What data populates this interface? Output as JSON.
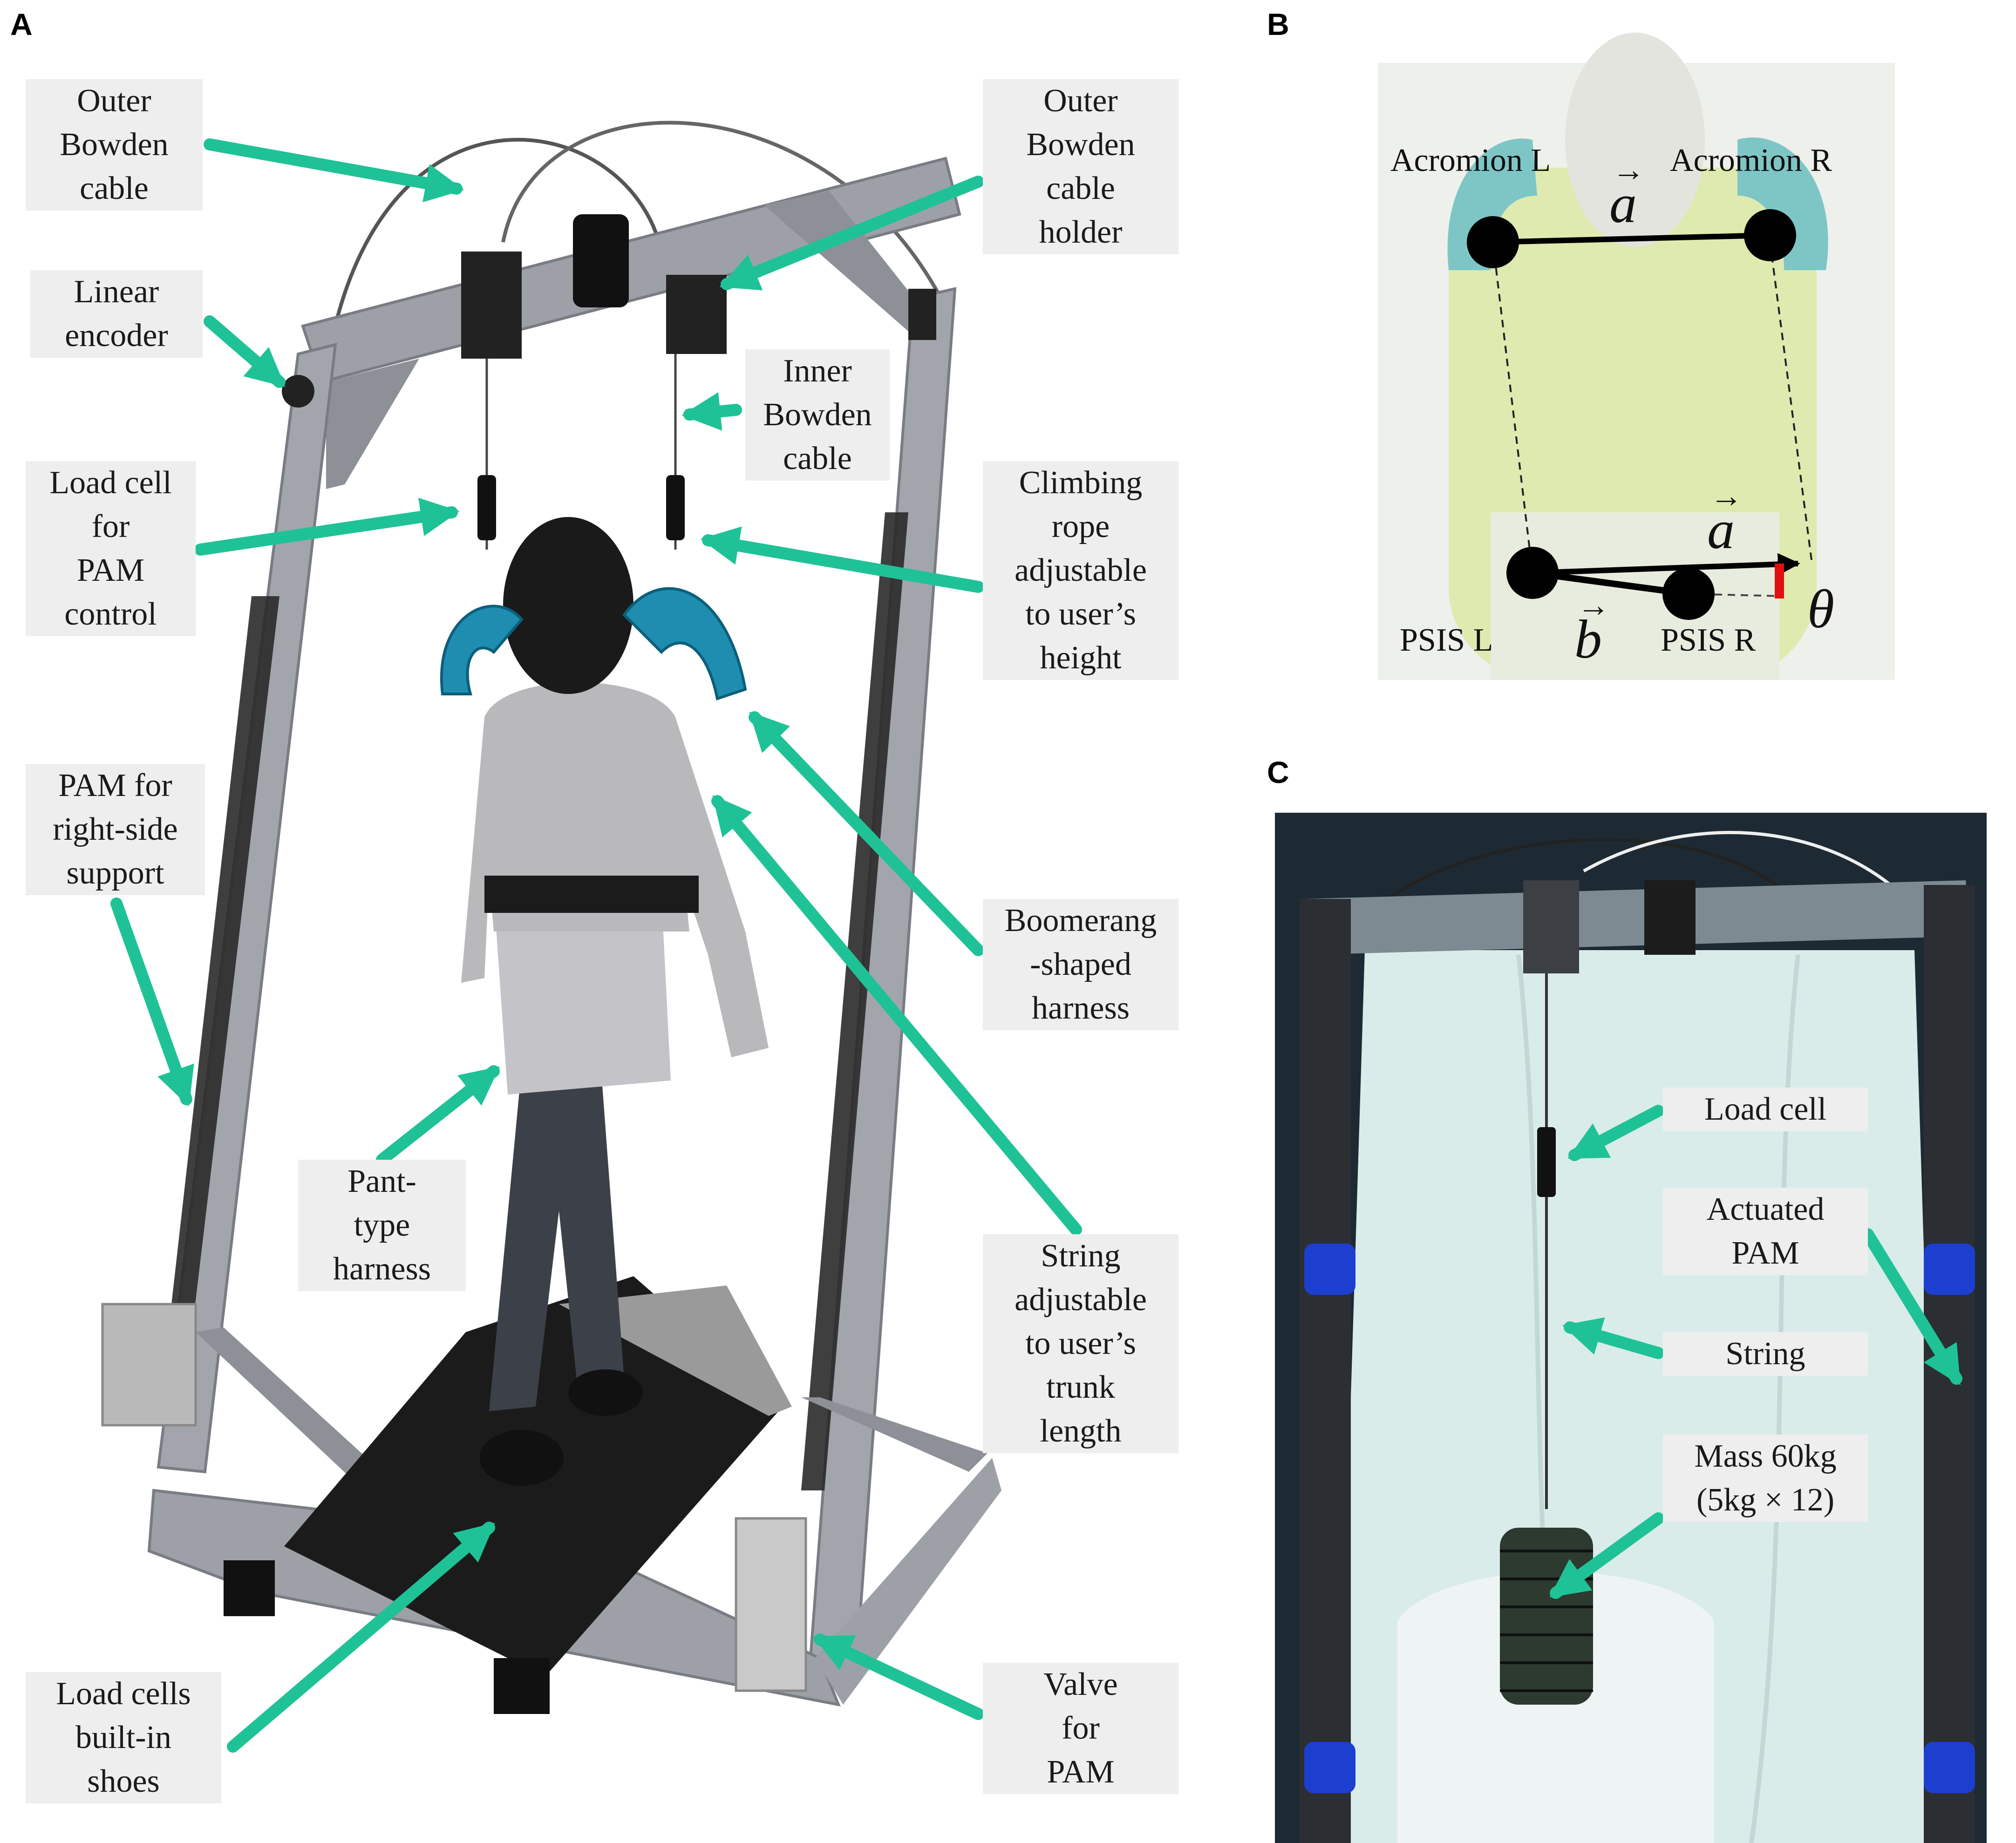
{
  "panels": {
    "a": "A",
    "b": "B",
    "c": "C"
  },
  "colors": {
    "arrow": "#1fc296",
    "label_bg": "#eeeeee",
    "frame": "#9a9ca3",
    "belt": "#1b1b1b",
    "harness": "#1e8db0",
    "torso": "#d8e89a",
    "angle": "#e01010"
  },
  "panel_a": {
    "labels": {
      "outer_bowden_cable": [
        "Outer",
        "Bowden",
        "cable"
      ],
      "linear_encoder": [
        "Linear",
        "encoder"
      ],
      "load_cell_pam": [
        "Load cell",
        "for",
        "PAM",
        "control"
      ],
      "pam_right": [
        "PAM for",
        "right-side",
        "support"
      ],
      "load_cells_shoes": [
        "Load cells",
        "built-in",
        "shoes"
      ],
      "outer_bowden_holder": [
        "Outer",
        "Bowden",
        "cable",
        "holder"
      ],
      "inner_bowden_cable": [
        "Inner",
        "Bowden",
        "cable"
      ],
      "climbing_rope": [
        "Climbing",
        "rope",
        "adjustable",
        "to user’s",
        "height"
      ],
      "boomerang_harness": [
        "Boomerang",
        "-shaped",
        "harness"
      ],
      "pant_harness": [
        "Pant-",
        "type",
        "harness"
      ],
      "string_trunk": [
        "String",
        "adjustable",
        "to user’s",
        "trunk",
        "length"
      ],
      "valve_pam": [
        "Valve",
        "for",
        "PAM"
      ]
    }
  },
  "panel_b": {
    "acromion_l": "Acromion L",
    "acromion_r": "Acromion R",
    "psis_l": "PSIS L",
    "psis_r": "PSIS R",
    "vector_a": "a",
    "vector_b": "b",
    "angle": "θ"
  },
  "panel_c": {
    "labels": {
      "load_cell": [
        "Load cell"
      ],
      "actuated_pam": [
        "Actuated",
        "PAM"
      ],
      "string": [
        "String"
      ],
      "mass": [
        "Mass 60kg",
        "(5kg × 12)"
      ]
    }
  }
}
